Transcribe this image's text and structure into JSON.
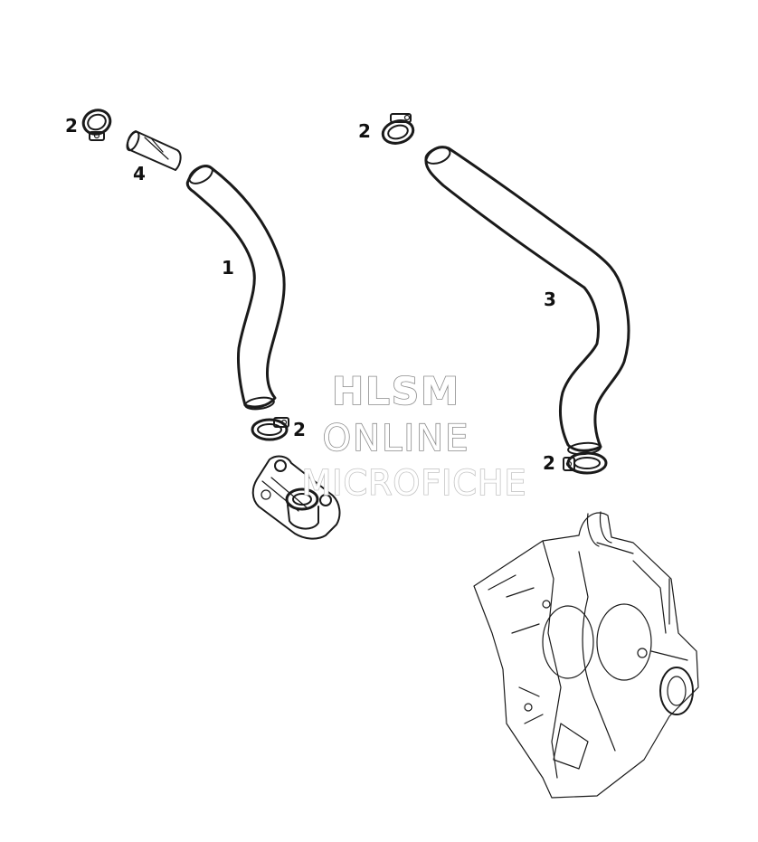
{
  "callouts": {
    "hose_1": "1",
    "hose_3": "3",
    "sleeve_4": "4",
    "clamp_top_left": "2",
    "clamp_top_right": "2",
    "clamp_middle": "2",
    "clamp_bottom_right": "2"
  },
  "watermark": {
    "line1": "HLSM",
    "line2": "ONLINE",
    "line3": "MICROFICHE"
  },
  "colors": {
    "line": "#1a1a1a",
    "background": "#ffffff",
    "watermark_stroke": "#8a8a8a"
  }
}
